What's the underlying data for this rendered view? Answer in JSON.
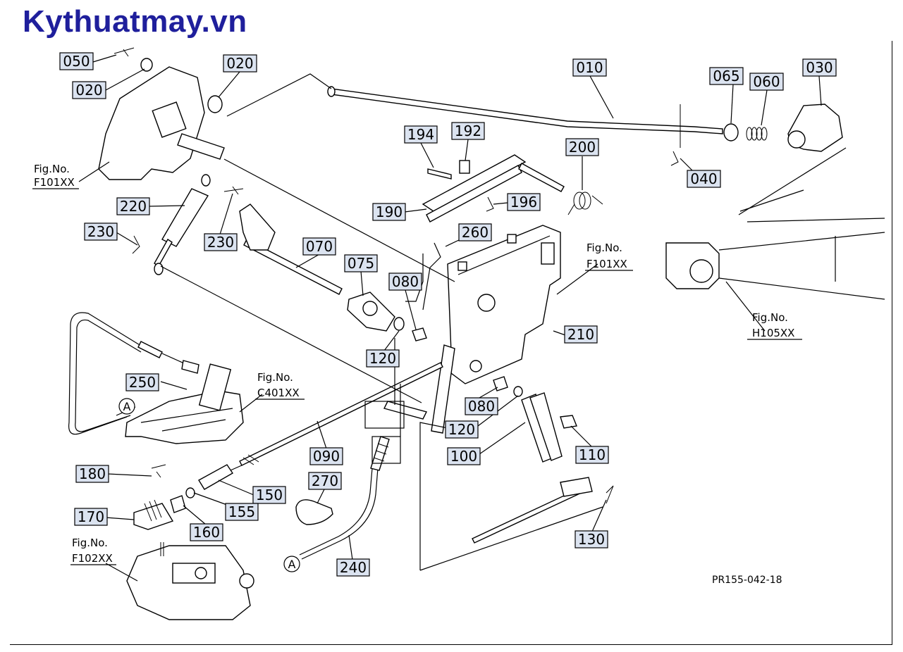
{
  "watermark": "Kythuatmay.vn",
  "drawing_code": "PR155-042-18",
  "part_labels": [
    "050",
    "020",
    "020",
    "010",
    "065",
    "060",
    "030",
    "040",
    "194",
    "192",
    "200",
    "190",
    "196",
    "260",
    "220",
    "230",
    "230",
    "070",
    "075",
    "080",
    "120",
    "210",
    "250",
    "080",
    "120",
    "100",
    "110",
    "090",
    "150",
    "155",
    "160",
    "180",
    "170",
    "270",
    "240",
    "130"
  ],
  "fig_refs": [
    {
      "line1": "Fig.No.",
      "line2": "F101XX"
    },
    {
      "line1": "Fig.No.",
      "line2": "F101XX"
    },
    {
      "line1": "Fig.No.",
      "line2": "H105XX"
    },
    {
      "line1": "Fig.No.",
      "line2": "C401XX"
    },
    {
      "line1": "Fig.No.",
      "line2": "F102XX"
    }
  ],
  "connector_markers": [
    "A",
    "A"
  ]
}
